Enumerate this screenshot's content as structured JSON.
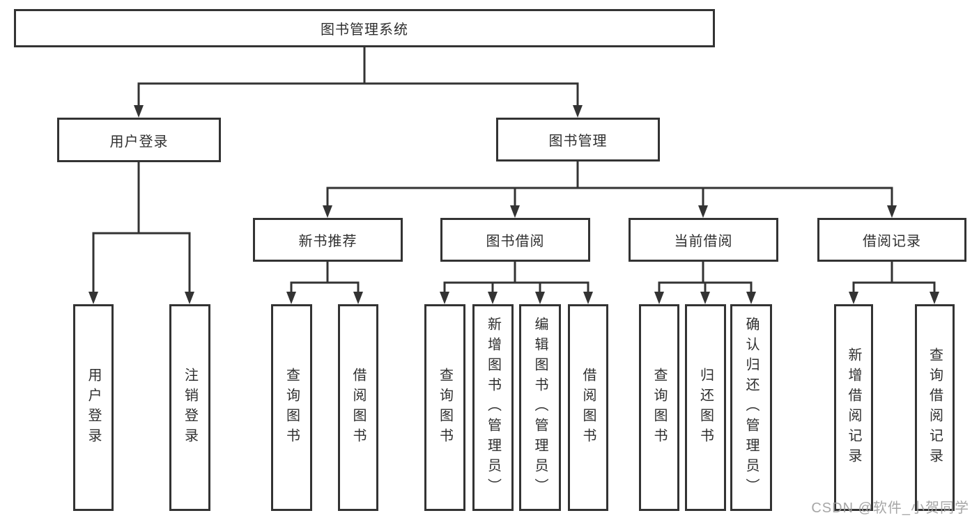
{
  "diagram": {
    "root": {
      "label": "图书管理系统",
      "children": [
        {
          "label": "用户登录",
          "children": [
            {
              "label": "用户登录"
            },
            {
              "label": "注销登录"
            }
          ]
        },
        {
          "label": "图书管理",
          "children": [
            {
              "label": "新书推荐",
              "children": [
                {
                  "label": "查询图书"
                },
                {
                  "label": "借阅图书"
                }
              ]
            },
            {
              "label": "图书借阅",
              "children": [
                {
                  "label": "查询图书"
                },
                {
                  "label": "新增图书（管理员）"
                },
                {
                  "label": "编辑图书（管理员）"
                },
                {
                  "label": "借阅图书"
                }
              ]
            },
            {
              "label": "当前借阅",
              "children": [
                {
                  "label": "查询图书"
                },
                {
                  "label": "归还图书"
                },
                {
                  "label": "确认归还（管理员）"
                }
              ]
            },
            {
              "label": "借阅记录",
              "children": [
                {
                  "label": "新增借阅记录"
                },
                {
                  "label": "查询借阅记录"
                }
              ]
            }
          ]
        }
      ]
    },
    "colors": {
      "line": "#333333",
      "box_border": "#333333",
      "text": "#2f2f2f",
      "background": "#ffffff",
      "watermark": "#9e9e9e"
    }
  },
  "watermark": {
    "text": "CSDN @软件_小贺同学"
  }
}
